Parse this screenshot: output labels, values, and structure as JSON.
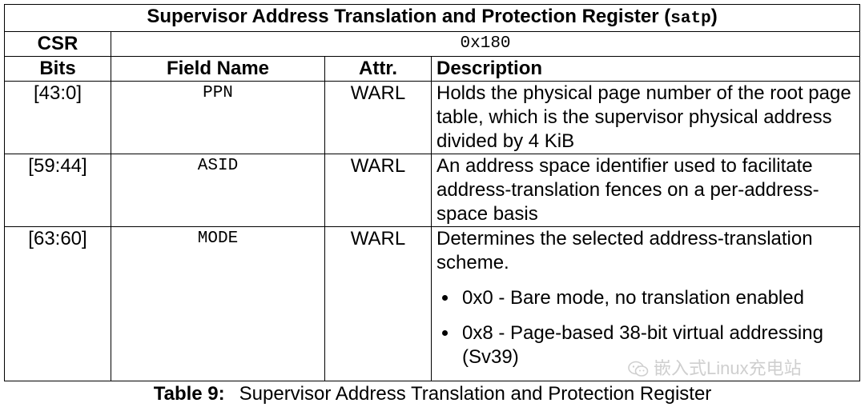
{
  "table": {
    "title": "Supervisor Address Translation and Protection Register (",
    "title_code": "satp",
    "title_end": ")",
    "csr_label": "CSR",
    "csr_value": "0x180",
    "headers": {
      "bits": "Bits",
      "field_name": "Field Name",
      "attr": "Attr.",
      "description": "Description"
    },
    "rows": [
      {
        "bits": "[43:0]",
        "field": "PPN",
        "attr": "WARL",
        "description": "Holds the physical page number of the root page table, which is the supervisor physical address divided by 4 KiB"
      },
      {
        "bits": "[59:44]",
        "field": "ASID",
        "attr": "WARL",
        "description": "An address space identifier used to facilitate address-translation fences on a per-address-space basis"
      },
      {
        "bits": "[63:60]",
        "field": "MODE",
        "attr": "WARL",
        "description": "Determines the selected address-translation scheme.",
        "modes": [
          "0x0 - Bare mode, no translation enabled",
          "0x8 - Page-based 38-bit virtual addressing (Sv39)"
        ]
      }
    ]
  },
  "caption": {
    "label": "Table 9:",
    "text": "Supervisor Address Translation and Protection Register"
  },
  "watermark": {
    "text": "嵌入式Linux充电站",
    "icon": "wechat-icon"
  }
}
